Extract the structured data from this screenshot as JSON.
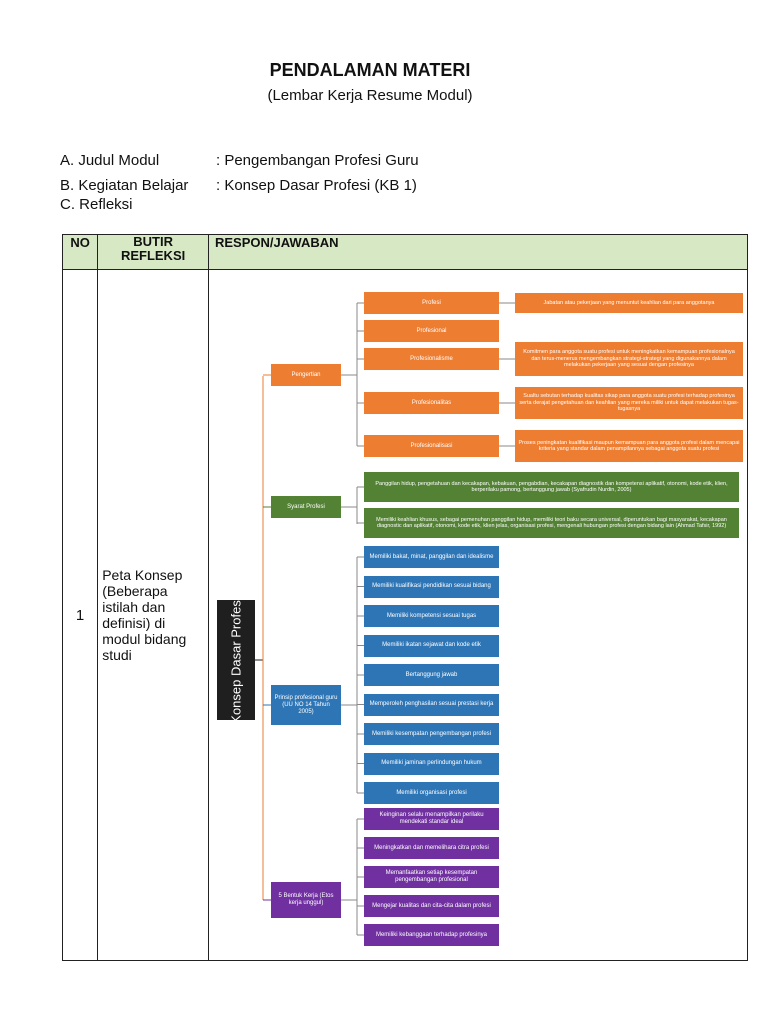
{
  "header": {
    "title": "PENDALAMAN MATERI",
    "subtitle": "(Lembar Kerja Resume Modul)"
  },
  "meta": {
    "judul_label": "A. Judul Modul",
    "judul_value": ": Pengembangan Profesi Guru",
    "kegiatan_label": "B. Kegiatan Belajar",
    "kegiatan_value": ": Konsep Dasar Profesi (KB 1)",
    "refleksi_label": "C. Refleksi"
  },
  "table": {
    "col_no": "NO",
    "col_butir": "BUTIR REFLEKSI",
    "col_respon": "RESPON/JAWABAN",
    "row_no": "1",
    "row_butir": "Peta Konsep (Beberapa istilah dan definisi) di modul bidang studi"
  },
  "concept_map": {
    "root": "Konsep Dasar Profesi",
    "colors": {
      "orange": "#ed7d31",
      "green": "#548235",
      "blue": "#2e75b6",
      "purple": "#7030a0",
      "root": "#1f1f1f"
    },
    "pengertian": {
      "label": "Pengertian",
      "items": [
        {
          "term": "Profesi",
          "definition": "Jabatan atau pekerjaan yang menuntut keahlian dari para anggotanya"
        },
        {
          "term": "Profesional",
          "definition": ""
        },
        {
          "term": "Profesionalisme",
          "definition": "Komitmen para anggota suatu profesi untuk meningkatkan kemampuan profesionalnya dan terus-menerus mengembangkan strategi-strategi yang digunakannya dalam melakukan pekerjaan yang sesuai dengan profesinya"
        },
        {
          "term": "Profesionalitas",
          "definition": "Sualtu sebutan terhadap kualitas sikap para anggota suatu profesi terhadap profesinya serta derajat pengetahuan dan keahlian yang mereka miliki untuk dapat melakukan tugas-tugasnya"
        },
        {
          "term": "Profesionalisasi",
          "definition": "Proses peningkatan kualifikasi maupun kemampuan para anggota profesi dalam mencapai kriteria yang standar dalam penampilannya sebagai anggota suatu profesi"
        }
      ]
    },
    "syarat": {
      "label": "Syarat Profesi",
      "items": [
        "Panggilan hidup, pengetahuan dan kecakapan, kebakuan, pengabdian, kecakapan diagnostik dan kompetensi aplikatif, otonomi, kode etik, klien, berperilaku pamong, bertanggung jawab (Syafrudin Nurdin, 2005)",
        "Memiliki keahlian khusus, sebagai pemenuhan panggilan hidup, memiliki teori baku secara universal, diperuntukan bagi masyarakat, kecakapan diagnostic dan aplikatif, otonomi, kode etik, klien jelas, organisasi profesi, mengenali hubungan profesi dengan bidang lain (Ahmad Tafsir, 1992)"
      ]
    },
    "prinsip": {
      "label": "Prinsip profesional guru (UU NO 14 Tahun 2005)",
      "items": [
        "Memiliki bakat, minat, panggilan dan idealisme",
        "Memiliki kualifikasi pendidikan sesuai bidang",
        "Memiliki kompetensi sesuai tugas",
        "Memiliki ikatan sejawat dan kode etik",
        "Bertanggung jawab",
        "Memperoleh penghasilan sesuai prestasi kerja",
        "Memiliki kesempatan pengembangan profesi",
        "Memiliki jaminan perlindungan hukum",
        "Memiliki organisasi profesi"
      ]
    },
    "etos": {
      "label": "5 Bentuk Kerja (Etos kerja unggul)",
      "items": [
        "Keinginan selalu menampilkan perilaku mendekati standar ideal",
        "Meningkatkan dan memelihara citra profesi",
        "Memanfaatkan setiap kesempatan pengembangan profesional",
        "Mengejar kualitas dan cita-cita dalam profesi",
        "Memiliki kebanggaan terhadap profesinya"
      ]
    }
  }
}
